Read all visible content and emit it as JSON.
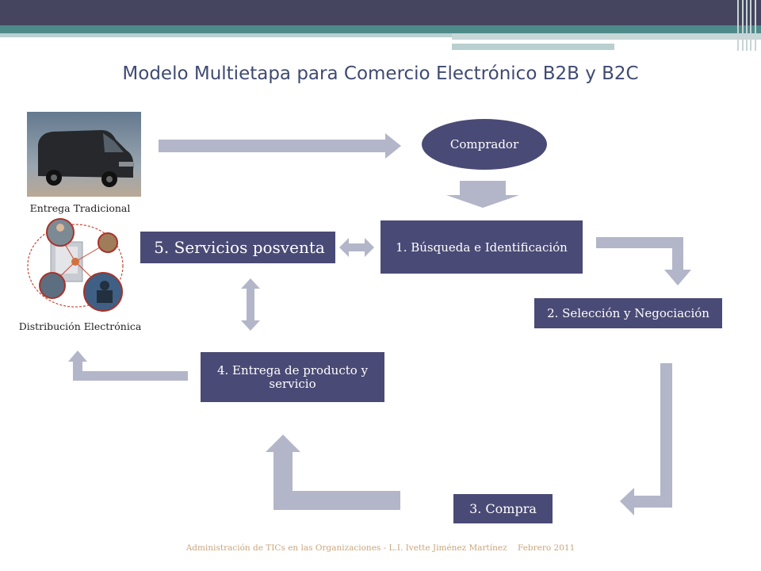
{
  "title": "Modelo Multietapa para Comercio Electrónico B2B y B2C",
  "nodes": {
    "comprador": "Comprador",
    "busqueda": "1. Búsqueda e Identificación",
    "seleccion": "2. Selección y Negociación",
    "compra": "3. Compra",
    "entrega": "4. Entrega de producto y servicio",
    "servicios": "5. Servicios posventa"
  },
  "images": {
    "van_label": "Entrega Tradicional",
    "network_label": "Distribución Electrónica"
  },
  "footer": {
    "text": "Administración de TICs en las Organizaciones - L.I. Ivette Jiménez Martínez",
    "date": "Febrero 2011"
  },
  "colors": {
    "node_fill": "#4a4a76",
    "arrow": "#b3b5c9",
    "title": "#3f4a73",
    "header_dark": "#454560",
    "header_teal": "#4f8a8a"
  }
}
